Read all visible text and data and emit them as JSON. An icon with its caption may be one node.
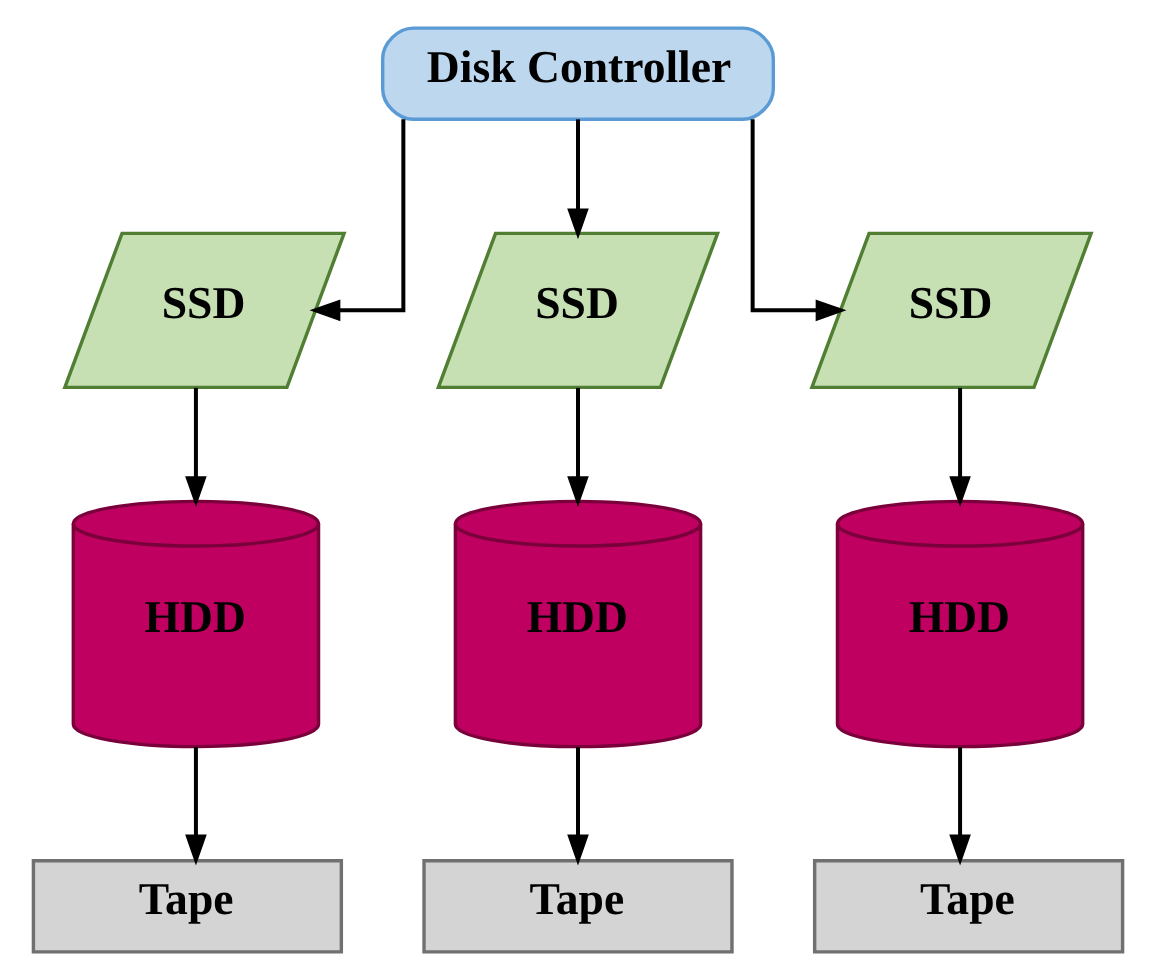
{
  "diagram": {
    "nodes": [
      {
        "text": [
          "Disk Controller"
        ]
      },
      {
        "text": [
          "SSD"
        ]
      },
      {
        "text": [
          "SSD"
        ]
      },
      {
        "text": [
          "SSD"
        ]
      },
      {
        "text": [
          "HDD"
        ]
      },
      {
        "text": [
          "HDD"
        ]
      },
      {
        "text": [
          "HDD"
        ]
      },
      {
        "text": [
          "Tape"
        ]
      },
      {
        "text": [
          "Tape"
        ]
      },
      {
        "text": [
          "Tape"
        ]
      }
    ],
    "edges": [
      {
        "from": 0,
        "to": 1,
        "arrow": "to"
      },
      {
        "from": 0,
        "to": 2,
        "arrow": "to"
      },
      {
        "from": 0,
        "to": 3,
        "arrow": "to"
      },
      {
        "from": 1,
        "to": 4,
        "arrow": "to"
      },
      {
        "from": 2,
        "to": 5,
        "arrow": "to"
      },
      {
        "from": 3,
        "to": 6,
        "arrow": "to"
      },
      {
        "from": 4,
        "to": 7,
        "arrow": "to"
      },
      {
        "from": 5,
        "to": 8,
        "arrow": "to"
      },
      {
        "from": 6,
        "to": 9,
        "arrow": "to"
      }
    ]
  }
}
